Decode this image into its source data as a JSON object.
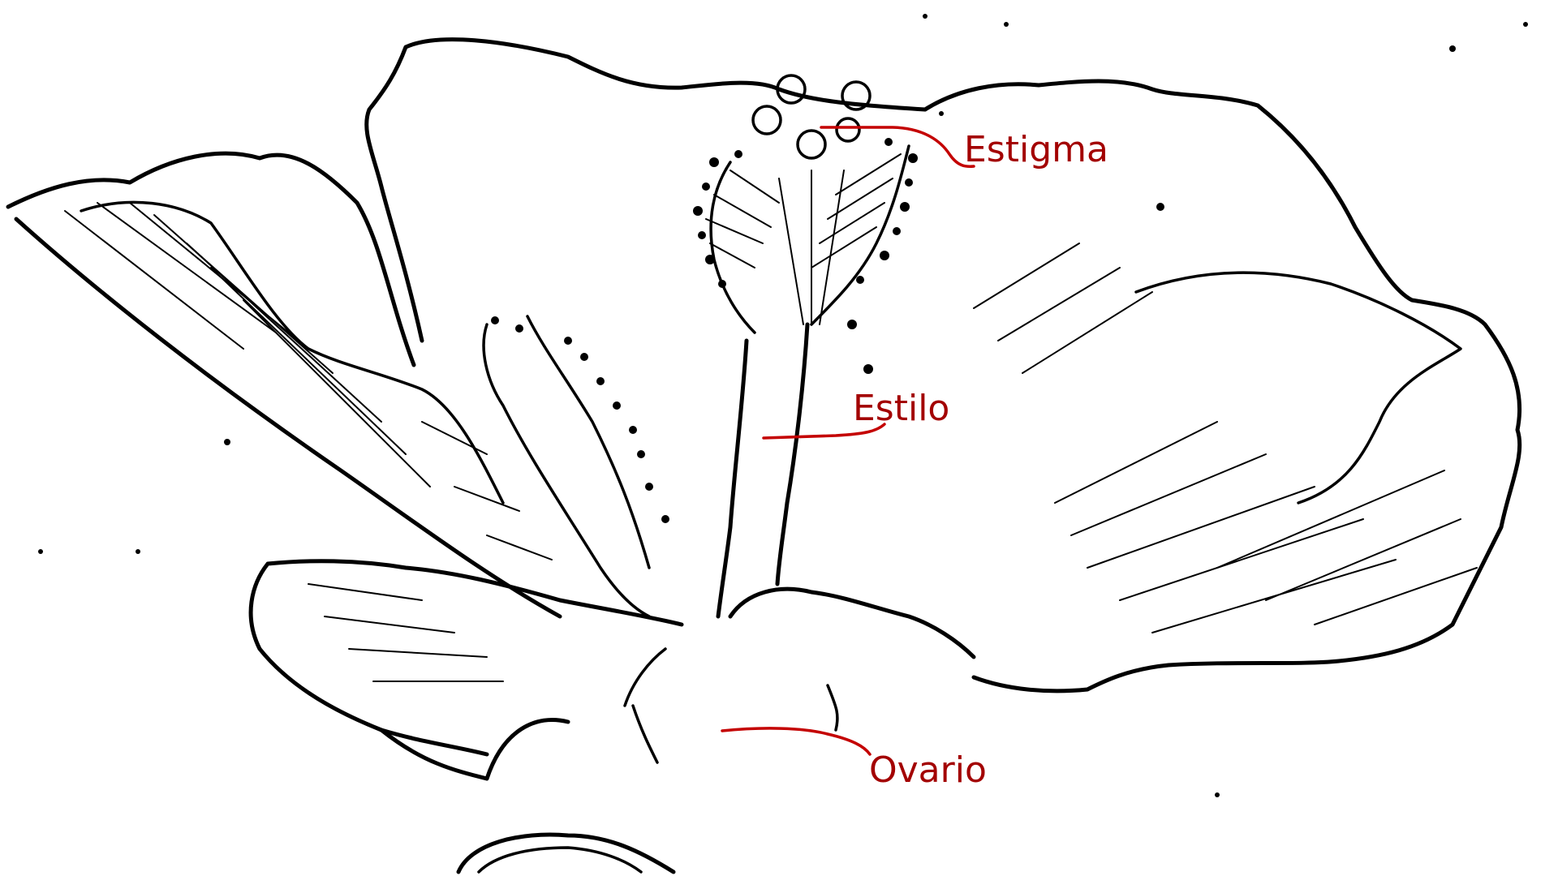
{
  "diagram": {
    "labels": {
      "stigma": "Estigma",
      "style": "Estilo",
      "ovary": "Ovario"
    },
    "colors": {
      "background": "#ffffff",
      "line_art": "#000000",
      "label_text": "#a30000",
      "leader_line": "#c40000"
    }
  }
}
